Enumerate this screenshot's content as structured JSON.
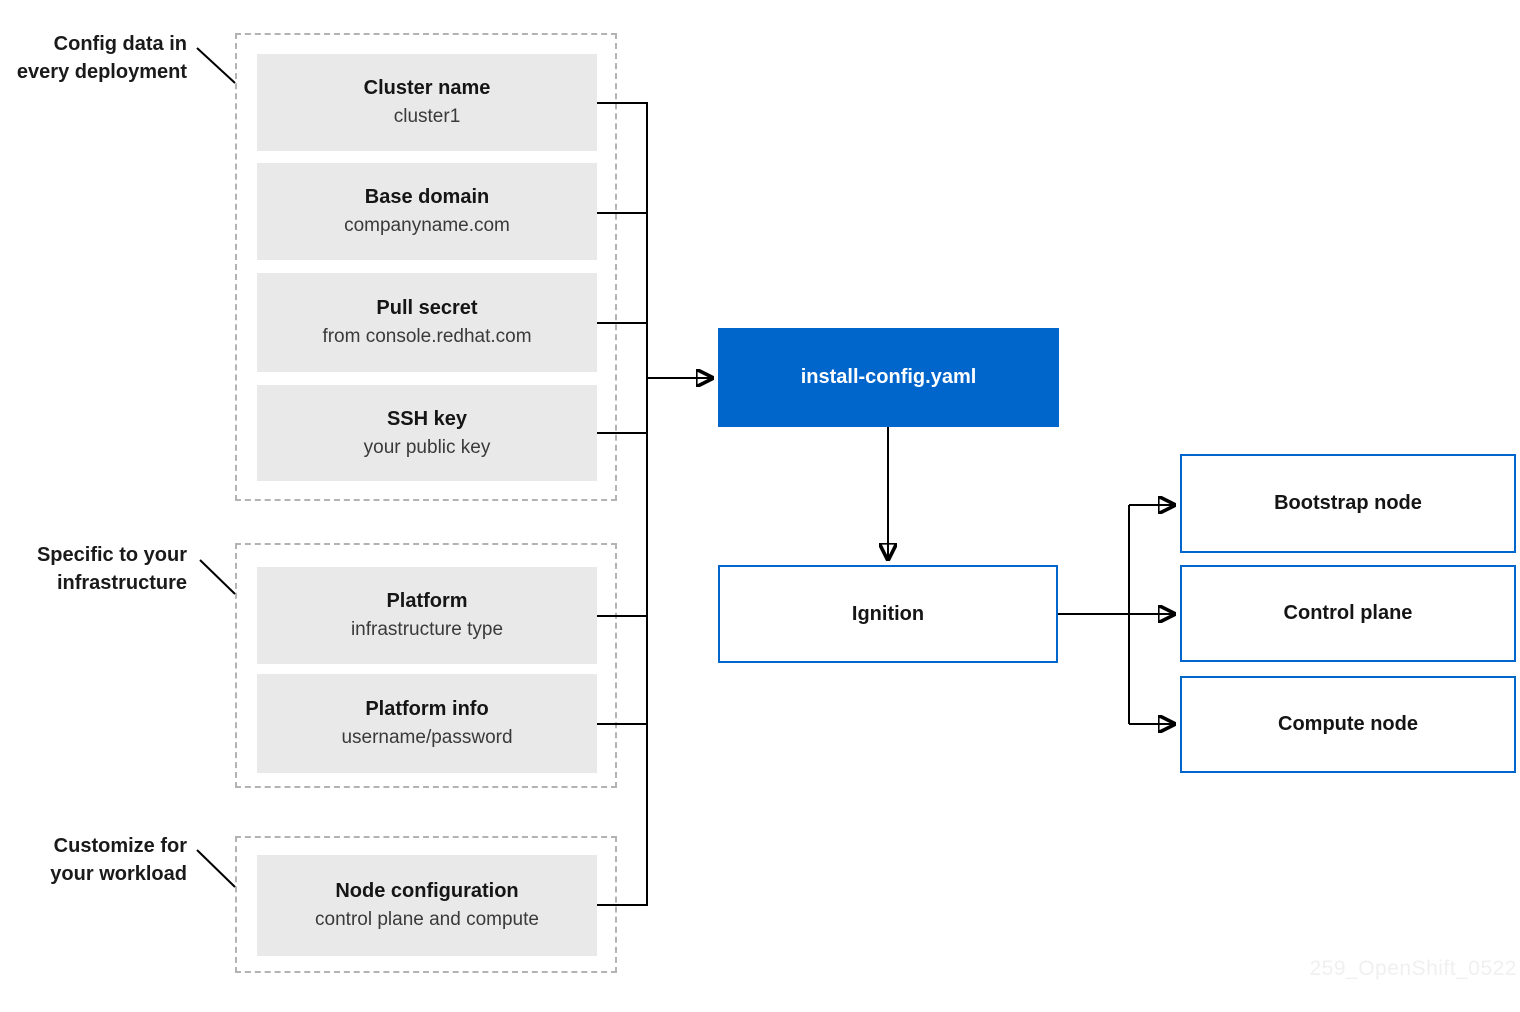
{
  "side_labels": {
    "config_data": {
      "line1": "Config data in",
      "line2": "every deployment"
    },
    "infrastructure": {
      "line1": "Specific to your",
      "line2": "infrastructure"
    },
    "workload": {
      "line1": "Customize for",
      "line2": "your workload"
    }
  },
  "config_group": {
    "cluster_name": {
      "title": "Cluster name",
      "subtitle": "cluster1"
    },
    "base_domain": {
      "title": "Base domain",
      "subtitle": "companyname.com"
    },
    "pull_secret": {
      "title": "Pull secret",
      "subtitle": "from console.redhat.com"
    },
    "ssh_key": {
      "title": "SSH key",
      "subtitle": "your public key"
    }
  },
  "infra_group": {
    "platform": {
      "title": "Platform",
      "subtitle": "infrastructure type"
    },
    "platform_info": {
      "title": "Platform info",
      "subtitle": "username/password"
    }
  },
  "workload_group": {
    "node_configuration": {
      "title": "Node configuration",
      "subtitle": "control plane and compute"
    }
  },
  "flow": {
    "install_config_yaml": "install-config.yaml",
    "ignition": "Ignition",
    "bootstrap_node": "Bootstrap node",
    "control_plane": "Control plane",
    "compute_node": "Compute node"
  },
  "watermark": "259_OpenShift_0522",
  "colors": {
    "accent_blue": "#0066cc",
    "box_fill_gray": "#e9e9e9",
    "dash_border_gray": "#b3b3b3",
    "connector_black": "#000000",
    "watermark_gray": "#f0f0f1"
  }
}
